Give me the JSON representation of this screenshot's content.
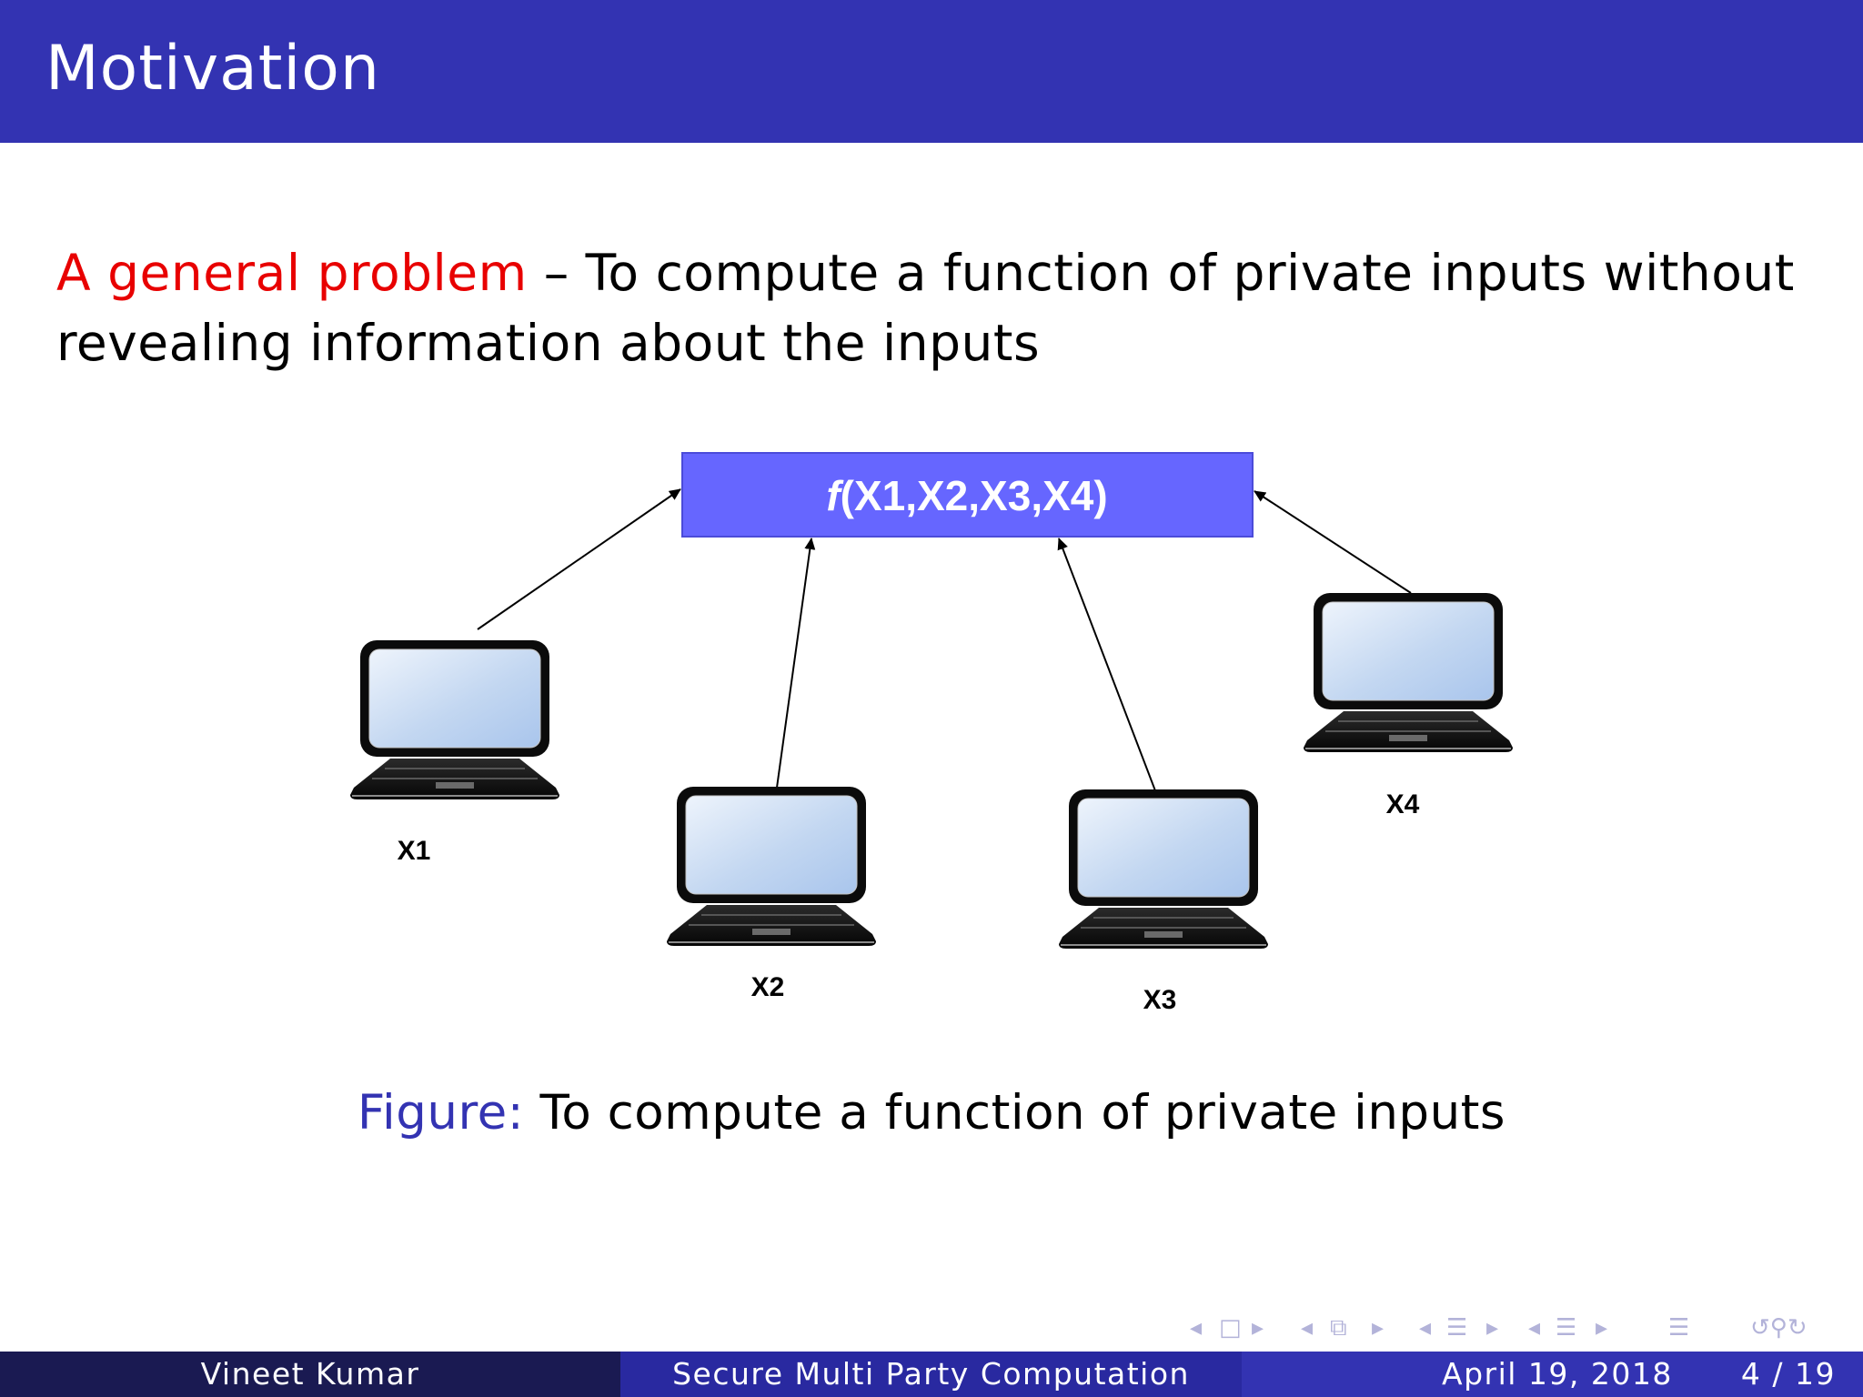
{
  "slide": {
    "title": "Motivation",
    "highlight": "A general problem",
    "body": " – To compute a function of private inputs without revealing information about the inputs"
  },
  "diagram": {
    "function_label": "f(X1,X2,X3,X4)",
    "function_name": "f",
    "function_args": "(X1,X2,X3,X4)",
    "inputs": [
      "X1",
      "X2",
      "X3",
      "X4"
    ],
    "colors": {
      "function_box": "#6666ff",
      "arrow": "#000000",
      "screen": "#c8daf2"
    }
  },
  "caption": {
    "label": "Figure:",
    "text": " To compute a function of private inputs"
  },
  "footer": {
    "author": "Vineet Kumar",
    "title": "Secure Multi Party Computation",
    "date": "April 19, 2018",
    "page": "4 / 19"
  },
  "theme": {
    "accent": "#3333b2",
    "highlight": "#e80000"
  }
}
